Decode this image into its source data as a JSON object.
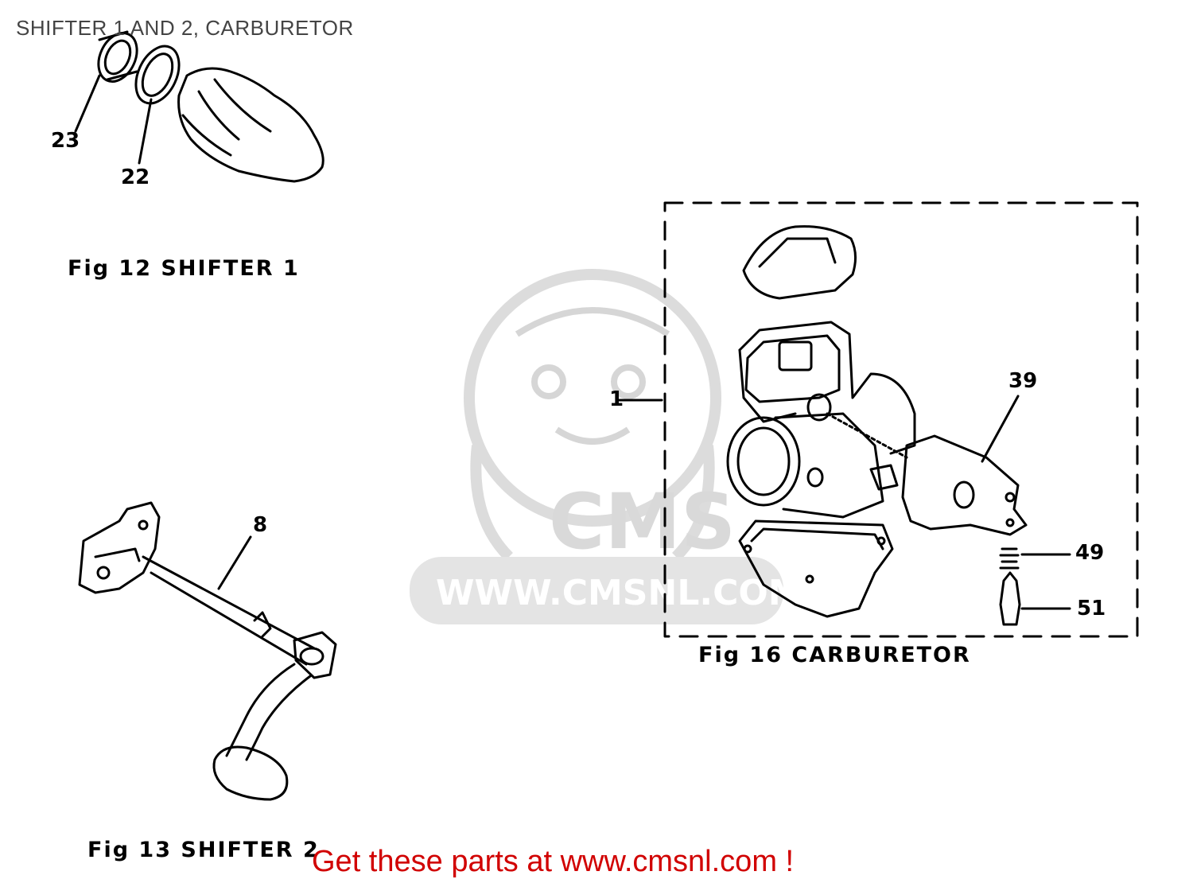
{
  "page": {
    "title": "SHIFTER 1 AND 2, CARBURETOR"
  },
  "figures": {
    "fig12": {
      "caption": "Fig 12 SHIFTER 1"
    },
    "fig13": {
      "caption": "Fig 13 SHIFTER 2"
    },
    "fig16": {
      "caption": "Fig 16 CARBURETOR"
    }
  },
  "callouts": {
    "c23": "23",
    "c22": "22",
    "c8": "8",
    "c1": "1",
    "c39": "39",
    "c49": "49",
    "c51": "51"
  },
  "watermark": {
    "brand": "CMS",
    "url": "WWW.CMSNL.COM"
  },
  "footer": {
    "link_text": "Get these parts at www.cmsnl.com !"
  },
  "colors": {
    "line": "#000000",
    "footer_link": "#d10000",
    "watermark": "#d9d9d9",
    "title": "#444444"
  }
}
